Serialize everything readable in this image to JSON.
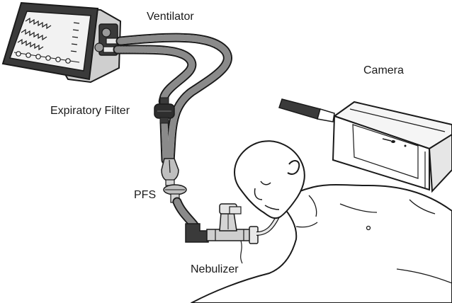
{
  "labels": {
    "ventilator": "Ventilator",
    "camera": "Camera",
    "expiratory_filter": "Expiratory Filter",
    "pfs": "PFS",
    "nebulizer": "Nebulizer"
  },
  "colors": {
    "outline": "#1a1a1a",
    "device_dark": "#3a3a3a",
    "tube_fill": "#d4d4d4",
    "screen_fill": "#f2f2f2",
    "skin_fill": "#ffffff"
  }
}
